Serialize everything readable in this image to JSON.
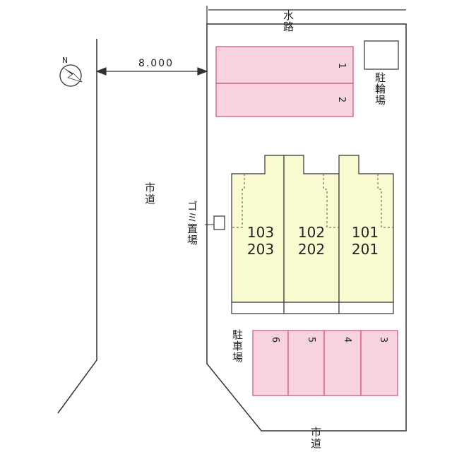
{
  "dimension": {
    "value": "8.000"
  },
  "labels": {
    "water_channel": "水路",
    "bicycle_parking": "駐輪場",
    "city_road_west": "市道",
    "city_road_south": "市道",
    "garbage_area": "ゴミ置場",
    "car_parking": "駐車場"
  },
  "compass": {
    "north": "N"
  },
  "units": [
    {
      "lower": "103",
      "upper": "203"
    },
    {
      "lower": "102",
      "upper": "202"
    },
    {
      "lower": "101",
      "upper": "201"
    }
  ],
  "top_parking": [
    "1",
    "2"
  ],
  "bottom_parking": [
    "6",
    "5",
    "4",
    "3"
  ],
  "colors": {
    "parking_fill": "#f6d3de",
    "parking_stroke": "#d45a7a",
    "building_fill": "#fafad0",
    "line": "#333333"
  }
}
